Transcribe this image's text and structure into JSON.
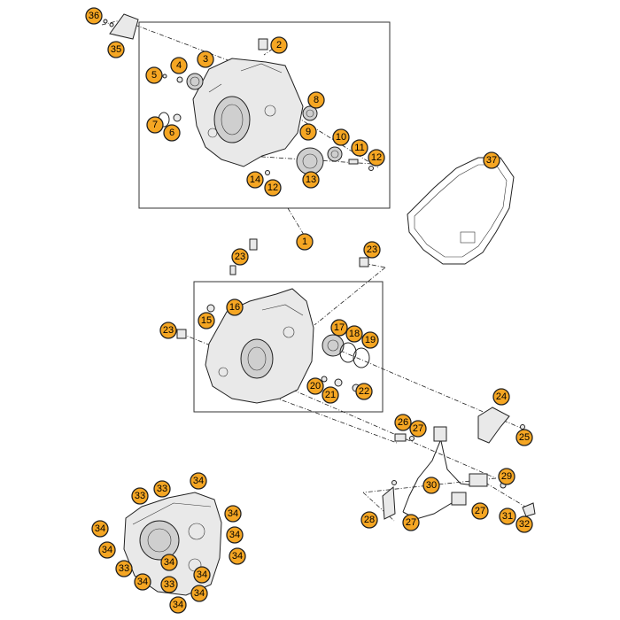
{
  "callouts": [
    {
      "label": "36"
    },
    {
      "label": "35"
    },
    {
      "label": "2"
    },
    {
      "label": "3"
    },
    {
      "label": "4"
    },
    {
      "label": "5"
    },
    {
      "label": "8"
    },
    {
      "label": "7"
    },
    {
      "label": "6"
    },
    {
      "label": "9"
    },
    {
      "label": "10"
    },
    {
      "label": "11"
    },
    {
      "label": "12"
    },
    {
      "label": "13"
    },
    {
      "label": "14"
    },
    {
      "label": "12"
    },
    {
      "label": "37"
    },
    {
      "label": "1"
    },
    {
      "label": "23"
    },
    {
      "label": "23"
    },
    {
      "label": "16"
    },
    {
      "label": "15"
    },
    {
      "label": "23"
    },
    {
      "label": "17"
    },
    {
      "label": "18"
    },
    {
      "label": "19"
    },
    {
      "label": "20"
    },
    {
      "label": "21"
    },
    {
      "label": "22"
    },
    {
      "label": "24"
    },
    {
      "label": "26"
    },
    {
      "label": "27"
    },
    {
      "label": "25"
    },
    {
      "label": "29"
    },
    {
      "label": "30"
    },
    {
      "label": "28"
    },
    {
      "label": "27"
    },
    {
      "label": "27"
    },
    {
      "label": "31"
    },
    {
      "label": "32"
    },
    {
      "label": "33"
    },
    {
      "label": "33"
    },
    {
      "label": "34"
    },
    {
      "label": "34"
    },
    {
      "label": "34"
    },
    {
      "label": "34"
    },
    {
      "label": "34"
    },
    {
      "label": "34"
    },
    {
      "label": "34"
    },
    {
      "label": "33"
    },
    {
      "label": "34"
    },
    {
      "label": "33"
    },
    {
      "label": "34"
    },
    {
      "label": "34"
    },
    {
      "label": "34"
    }
  ]
}
